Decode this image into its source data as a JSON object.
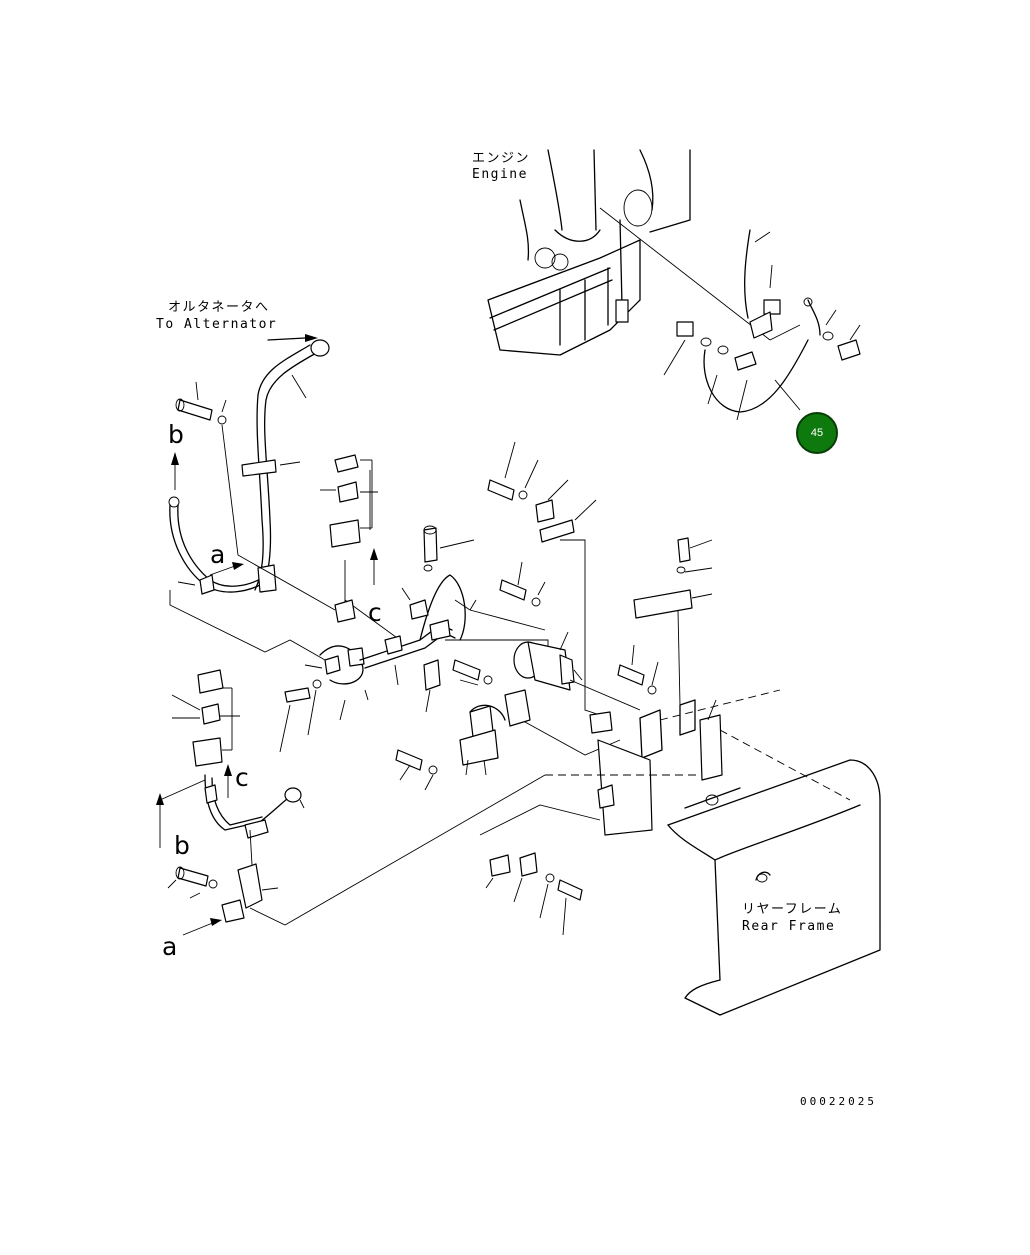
{
  "labels": {
    "engine_jp": "エンジン",
    "engine_en": "Engine",
    "alternator_jp": "オルタネータへ",
    "alternator_en": "To Alternator",
    "rear_frame_jp": "リヤーフレーム",
    "rear_frame_en": "Rear Frame"
  },
  "markers": {
    "a": "a",
    "b": "b",
    "c": "c"
  },
  "callouts": [
    {
      "number": "45"
    }
  ],
  "document_number": "00022025",
  "colors": {
    "line": "#000000",
    "callout_fill": "#0e7a0e",
    "callout_text": "#ffffff"
  }
}
